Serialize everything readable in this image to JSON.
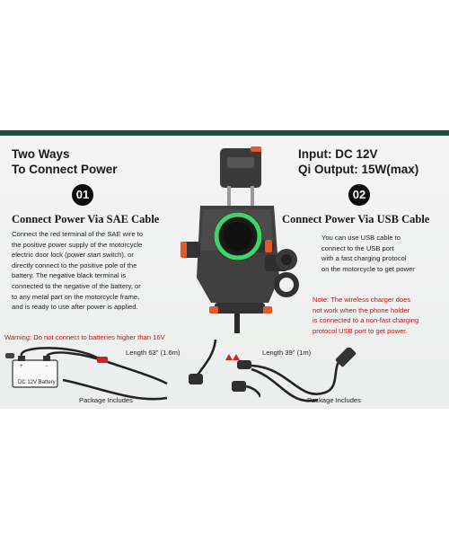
{
  "left": {
    "heading_line1": "Two Ways",
    "heading_line2": "To Connect Power",
    "badge": "01",
    "title": "Connect Power Via SAE Cable",
    "body_lines": [
      "Connect the red terminal of the SAE wire to",
      "the positive power supply of the motorcycle",
      "electric door lock (power start switch), or",
      "directly connect to the positive pole of the",
      "battery. The negative black terminal is",
      "connected to the negative of the battery, or",
      "to any metal part on the motorcycle frame,",
      "and is ready to use after power is applied."
    ],
    "warning": "Warning: Do not connect to batteries higher than 16V",
    "length_label": "Length 63\" (1.6m)",
    "battery_label": "DC 12V Battery",
    "package_label": "Package Includes"
  },
  "right": {
    "heading_line1": "Input: DC 12V",
    "heading_line2": "Qi Output: 15W(max)",
    "badge": "02",
    "title": "Connect Power Via USB Cable",
    "body_lines": [
      "You can use USB cable to",
      "connect to the USB port",
      "with a fast charging protocol",
      "on the motorcycle to get power"
    ],
    "note_lines": [
      "Note: The wireless charger does",
      "not work when the phone holder",
      "is connected to a non-fast charging",
      "protocol USB port to get power."
    ],
    "length_label": "Length 39\" (1m)",
    "package_label": "Package Includes"
  },
  "colors": {
    "top_band": "#1f4d3c",
    "warning_red": "#c21414",
    "charger_ring": "#3ed46a",
    "arm_orange": "#e5582a"
  }
}
